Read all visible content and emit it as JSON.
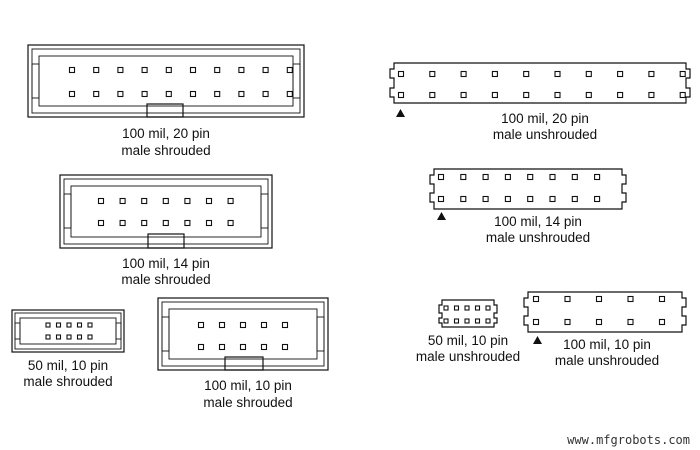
{
  "connectors": [
    {
      "id": "c1",
      "line1": "100 mil, 20 pin",
      "line2": "male shrouded"
    },
    {
      "id": "c2",
      "line1": "100 mil, 14 pin",
      "line2": "male shrouded"
    },
    {
      "id": "c3",
      "line1": "50 mil, 10 pin",
      "line2": "male shrouded"
    },
    {
      "id": "c4",
      "line1": "100 mil, 10 pin",
      "line2": "male shrouded"
    },
    {
      "id": "c5",
      "line1": "100 mil, 20 pin",
      "line2": "male unshrouded"
    },
    {
      "id": "c6",
      "line1": "100 mil, 14 pin",
      "line2": "male unshrouded"
    },
    {
      "id": "c7",
      "line1": "50 mil, 10 pin",
      "line2": "male unshrouded"
    },
    {
      "id": "c8",
      "line1": "100 mil, 10 pin",
      "line2": "male unshrouded"
    }
  ],
  "watermark": "www.mfgrobots.com"
}
